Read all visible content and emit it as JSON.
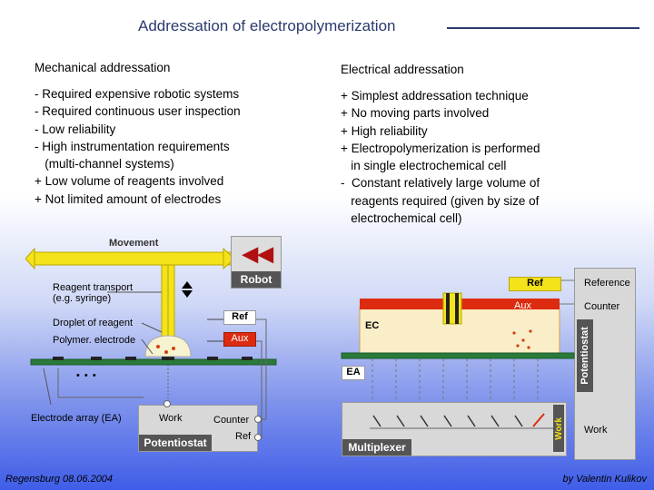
{
  "title": "Addressation of electropolymerization",
  "left": {
    "heading": "Mechanical addressation",
    "items": [
      "- Required expensive robotic systems",
      "- Required continuous user inspection",
      "- Low reliability",
      "- High instrumentation requirements",
      "   (multi-channel systems)",
      "+ Low volume of reagents involved",
      "+ Not limited amount of electrodes"
    ],
    "diagram": {
      "movement": "Movement",
      "robot": "Robot",
      "reagent_transport": "Reagent transport",
      "syringe": "(e.g. syringe)",
      "droplet": "Droplet of reagent",
      "polymer": "Polymer. electrode",
      "ref": "Ref",
      "aux": "Aux",
      "dots": "• • •",
      "electrode_array": "Electrode array (EA)",
      "work": "Work",
      "counter": "Counter",
      "ref2": "Ref",
      "potentiostat": "Potentiostat",
      "colors": {
        "yellow": "#f4e21a",
        "red": "#dd2b10",
        "green": "#2a7a3a",
        "dark": "#555555"
      }
    }
  },
  "right": {
    "heading": "Electrical addressation",
    "items": [
      "+ Simplest addressation technique",
      "+ No moving parts involved",
      "+ High reliability",
      "+ Electropolymerization is performed",
      "   in single electrochemical cell",
      "-  Constant relatively large volume of",
      "   reagents required (given by size of",
      "   electrochemical cell)"
    ],
    "diagram": {
      "ref": "Ref",
      "aux": "Aux",
      "ec": "EC",
      "ea": "EA",
      "reference": "Reference",
      "counter": "Counter",
      "potentiostat": "Potentiostat",
      "work_vertical": "Work",
      "work": "Work",
      "multiplexer": "Multiplexer"
    }
  },
  "footer": {
    "left": "Regensburg 08.06.2004",
    "right": "by Valentin Kulikov"
  }
}
